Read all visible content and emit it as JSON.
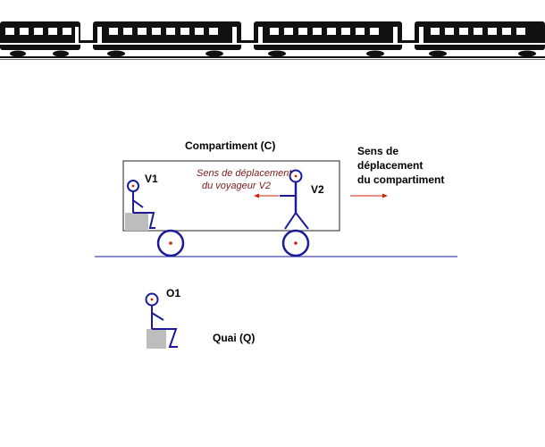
{
  "colors": {
    "figure_blue": "#1a1a9a",
    "point_red": "#cc2200",
    "arrow_red": "#cc2200",
    "seat_gray": "#bdbdbd",
    "italic_text": "#7a1a1a",
    "train_dark": "#111111"
  },
  "labels": {
    "compartment": "Compartiment (C)",
    "v1": "V1",
    "v2": "V2",
    "o1": "O1",
    "platform": "Quai (Q)",
    "traveler_dir_line1": "Sens de déplacement",
    "traveler_dir_line2": "du voyageur V2",
    "compartment_dir_line1": "Sens de",
    "compartment_dir_line2": "déplacement",
    "compartment_dir_line3": "du compartiment"
  }
}
